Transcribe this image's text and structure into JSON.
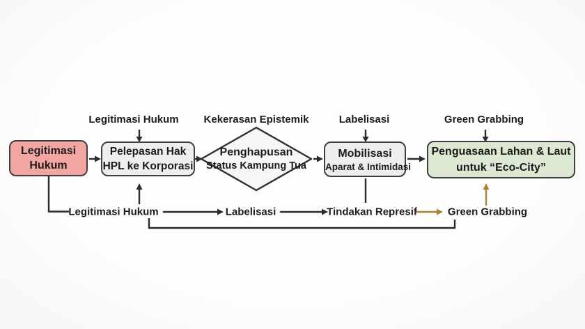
{
  "colors": {
    "node_red_fill": "#f3a5a1",
    "node_gray_fill": "#eeeeee",
    "node_green_fill": "#dde8d3",
    "diamond_fill": "#f6f6f6",
    "line_black": "#2b2b2b",
    "accent_gold": "#a7852e",
    "text": "#1c1c1c"
  },
  "top_labels": {
    "legitimasi_hukum": "Legitimasi Hukum",
    "kekerasan_epistemik": "Kekerasan Epistemik",
    "labelisasi": "Labelisasi",
    "green_grabbing": "Green Grabbing"
  },
  "nodes": {
    "legitimasi_hukum": {
      "line1": "Legitimasi",
      "line2": "Hukum"
    },
    "pelepasan_hak": {
      "line1": "Pelepasan Hak",
      "line2": "HPL ke Korporasi"
    },
    "penghapusan": {
      "line1": "Penghapusan",
      "line2": "Status Kampung Tua"
    },
    "mobilisasi": {
      "line1": "Mobilisasi",
      "line2": "Aparat & Intimidasi"
    },
    "penguasaan": {
      "line1": "Penguasaan Lahan & Laut",
      "line2": "untuk “Eco-City”"
    }
  },
  "bottom_flow": {
    "step1": "Legitimasi Hukum",
    "step2": "Labelisasi",
    "step3": "Tindakan Represif",
    "step4": "Green Grabbing"
  }
}
